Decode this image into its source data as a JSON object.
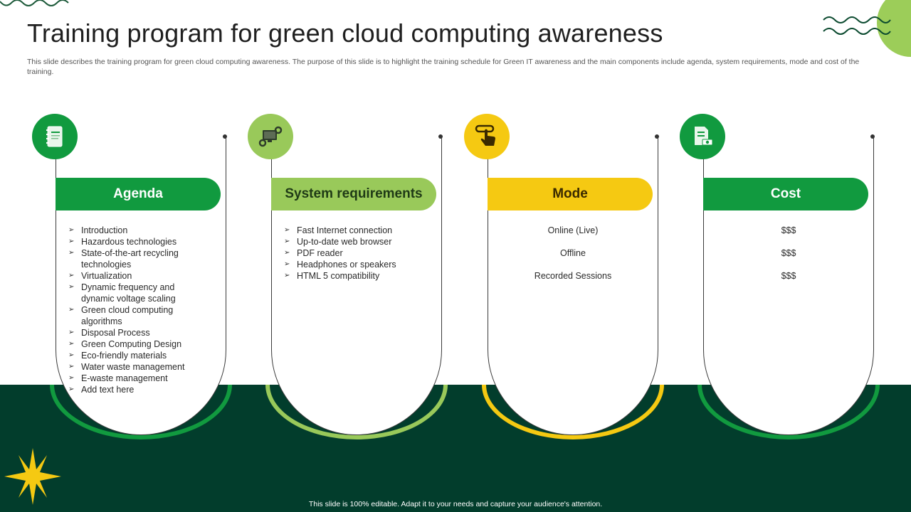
{
  "slide": {
    "title": "Training program for green cloud computing awareness",
    "description": "This slide describes the training program for green cloud computing awareness. The purpose of this slide is to highlight the training schedule for Green IT awareness and the main components include agenda, system requirements, mode and cost of the training.",
    "footer": "This slide is 100% editable. Adapt it to your needs and capture your audience's attention."
  },
  "colors": {
    "dark_green": "#023d2c",
    "green": "#119a3f",
    "light_green": "#99c95a",
    "yellow": "#f5c912"
  },
  "cards": [
    {
      "heading": "Agenda",
      "icon": "notebook-icon",
      "items": [
        "Introduction",
        "Hazardous technologies",
        "State-of-the-art recycling technologies",
        "Virtualization",
        "Dynamic frequency and dynamic voltage scaling",
        "Green cloud computing algorithms",
        "Disposal Process",
        "Green Computing Design",
        "Eco-friendly materials",
        "Water waste management",
        "E-waste management",
        "Add text here"
      ]
    },
    {
      "heading": "System requirements",
      "icon": "computer-gear-icon",
      "items": [
        "Fast Internet connection",
        "Up-to-date web browser",
        "PDF reader",
        "Headphones or speakers",
        "HTML 5 compatibility"
      ]
    },
    {
      "heading": "Mode",
      "icon": "hand-pointer-icon",
      "items": [
        "Online (Live)",
        "Offline",
        "Recorded Sessions"
      ]
    },
    {
      "heading": "Cost",
      "icon": "document-money-icon",
      "items": [
        "$$$",
        "$$$",
        "$$$"
      ]
    }
  ]
}
